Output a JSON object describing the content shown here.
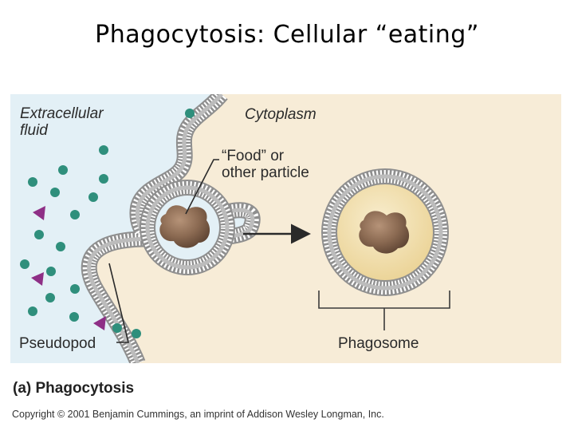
{
  "slide": {
    "title": "Phagocytosis: Cellular “eating”"
  },
  "figure": {
    "labels": {
      "extracellular_line1": "Extracellular",
      "extracellular_line2": "fluid",
      "cytoplasm": "Cytoplasm",
      "food_line1": "“Food” or",
      "food_line2": "other particle",
      "pseudopod": "Pseudopod",
      "phagosome": "Phagosome"
    },
    "caption": "(a) Phagocytosis",
    "copyright": "Copyright © 2001 Benjamin Cummings, an imprint of Addison Wesley Longman, Inc."
  },
  "colors": {
    "extracellular_fluid": "#e3f0f6",
    "cytoplasm": "#f7ecd7",
    "membrane": "#9a9a9a",
    "particle": "#7a5c45",
    "solute_dot": "#2f8f7c",
    "solute_triangle": "#8e2f86",
    "phagosome_fill": "#f1dca5"
  },
  "icons": {
    "solute_dot": "teal-circle",
    "solute_triangle": "purple-triangle",
    "arrow": "right-arrow"
  }
}
